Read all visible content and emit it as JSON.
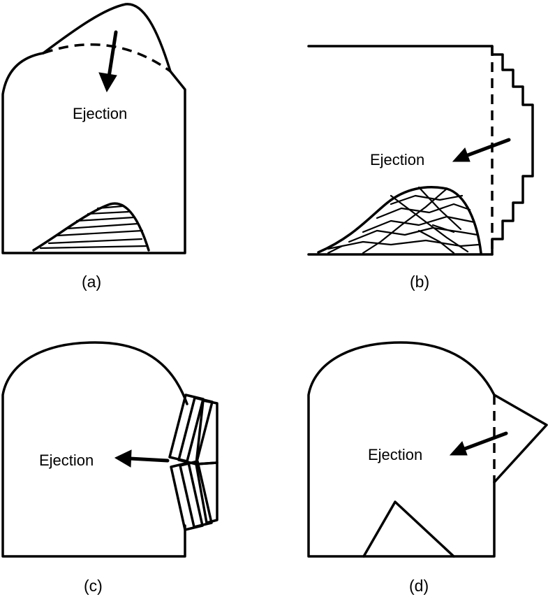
{
  "panels": [
    {
      "caption": "(a)",
      "label": "Ejection"
    },
    {
      "caption": "(b)",
      "label": "Ejection"
    },
    {
      "caption": "(c)",
      "label": "Ejection"
    },
    {
      "caption": "(d)",
      "label": "Ejection"
    }
  ],
  "colors": {
    "stroke": "#000000",
    "background": "#ffffff"
  }
}
